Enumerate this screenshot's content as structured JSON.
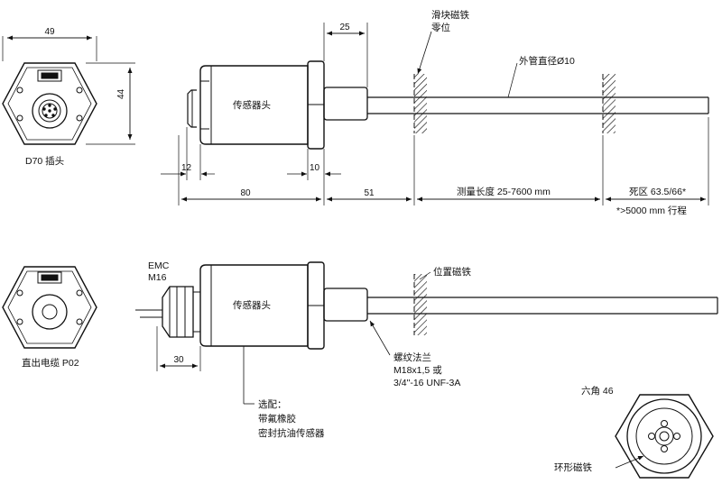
{
  "top": {
    "dim_width": "49",
    "dim_height": "44",
    "connector_caption": "D70 插头",
    "head_label": "传感器头",
    "dim_flange": "25",
    "dim_12": "12",
    "dim_10": "10",
    "dim_80": "80",
    "dim_51": "51",
    "magnet_label_1": "滑块磁铁",
    "magnet_label_2": "零位",
    "tube_label": "外管直径Ø10",
    "measure_label": "测量长度 25-7600 mm",
    "dead_zone_label": "死区 63.5/66*",
    "dead_zone_note": "*>5000 mm 行程"
  },
  "bottom": {
    "cable_caption": "直出电缆 P02",
    "emc_label_1": "EMC",
    "emc_label_2": "M16",
    "head_label": "传感器头",
    "dim_30": "30",
    "position_magnet": "位置磁铁",
    "thread_1": "螺纹法兰",
    "thread_2": "M18x1,5 或",
    "thread_3": "3/4\"-16 UNF-3A",
    "option_1": "选配：",
    "option_2": "带氟橡胶",
    "option_3": "密封抗油传感器",
    "hex_label": "六角 46",
    "ring_magnet": "环形磁铁"
  }
}
